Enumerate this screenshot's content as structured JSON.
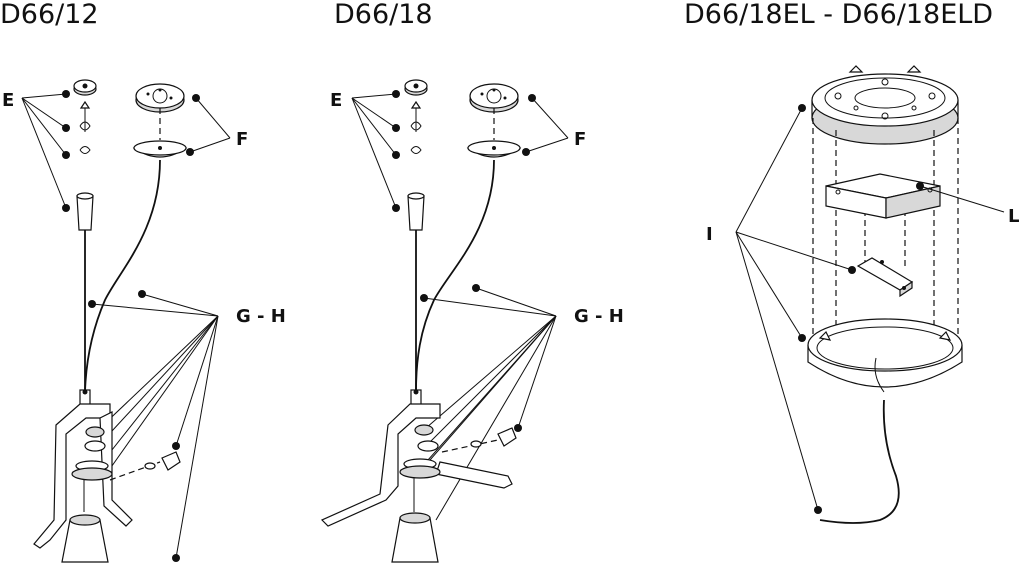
{
  "titles": {
    "left": "D66/12",
    "middle": "D66/18",
    "right": "D66/18EL - D66/18ELD"
  },
  "labels": {
    "e": "E",
    "f": "F",
    "gh": "G - H",
    "i": "I",
    "l": "L"
  }
}
